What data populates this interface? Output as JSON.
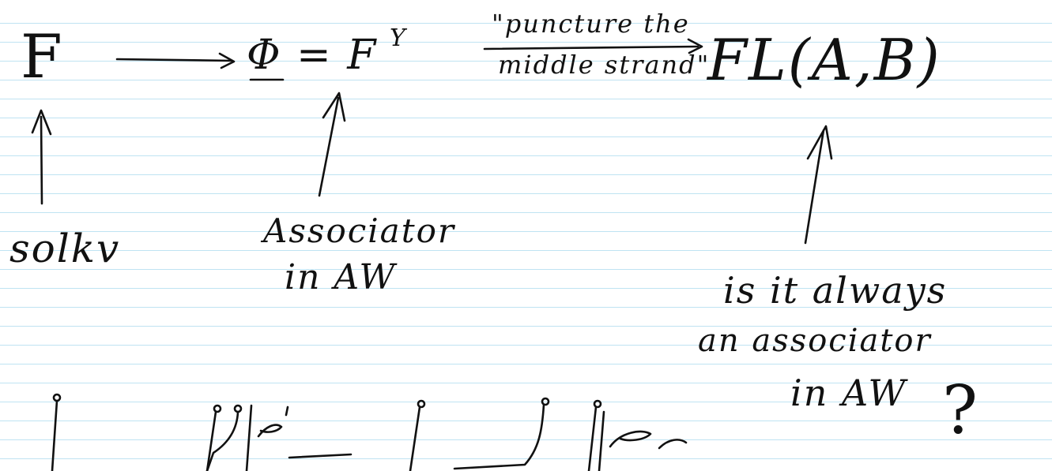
{
  "note": {
    "top_row": {
      "start_symbol": "F",
      "middle_expression": "Φ = F",
      "middle_superscript": "Y",
      "arrow_label_line1": "\"puncture the",
      "arrow_label_line2": "middle strand\"",
      "end_expression": "FL(A,B)"
    },
    "annotations": {
      "left": "solkv",
      "center_line1": "Associator",
      "center_line2": "in AW",
      "right_line1": "is it always",
      "right_line2": "an associator",
      "right_line3": "in AW",
      "right_question_mark": "?"
    }
  },
  "colors": {
    "ink": "#111111",
    "ruling": "#bfe3f2",
    "paper": "#ffffff"
  }
}
